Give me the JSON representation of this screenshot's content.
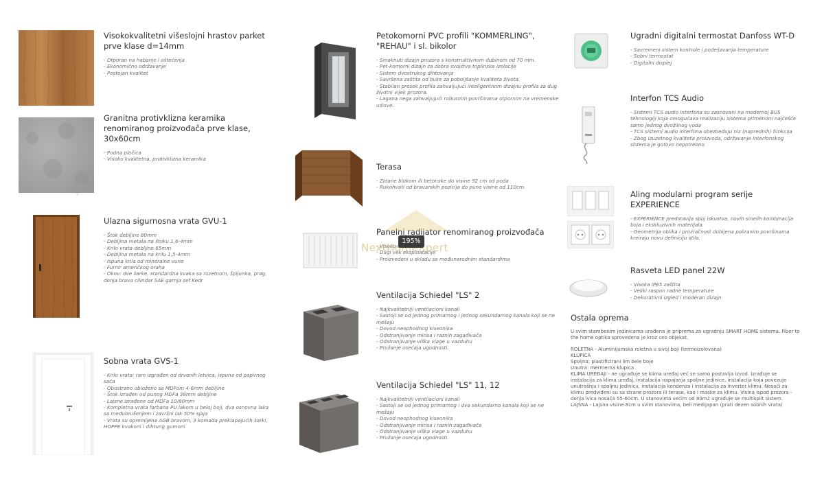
{
  "col1": [
    {
      "title": "Visokokvalitetni višeslojni hrastov parket prve klase d=14mm",
      "items": [
        "- Otporan na habanje i oštećenja",
        "- Ekonomično održavanje",
        "- Postojan kvalitet"
      ]
    },
    {
      "title": "Granitna protivklizna keramika renomiranog proizvođača prve klase, 30x60cm",
      "items": [
        "- Podna pločica",
        "- Visoko kvalitetna, protivklizna keramika"
      ]
    },
    {
      "title": "Ulazna sigurnosna vrata GVU-1",
      "items": [
        "- Štok debljine 80mm",
        "- Debljina metala na štoku 1,6-4mm",
        "- Krilo vrata debljine 65mm",
        "- Debljina metala na krilu 1,5-4mm",
        "- Ispuna krila od mineralne vune",
        "- Furnir američkog oraha",
        "- Okov: dve šarke, standardna kvaka sa rozetnom, špijunka, prag, donja brava cilindar SAE garnja sef Kedr"
      ]
    },
    {
      "title": "Sobna vrata GVS-1",
      "items": [
        "- Krilo vrata: ram izgrađen od drvenih letvica, ispuna od papirnog saća",
        "- Obostrano obloženo sa MDFom 4-6mm debljine",
        "- Štok izrađen od punog MDFa 38mm debljine",
        "- Lajsne izrađene od MDFa 10/80mm",
        "- Kompletna vrata farbana PU lakom u beloj boji, dva osnovna laka sa međubrušenjem i završni lak 50% sjaja",
        "- Vrata su opremljena AGB bravom, 3 komada preklapajućih šarki, HOPPE kvakom i dihtung gumom"
      ]
    }
  ],
  "col2": [
    {
      "title": "Petokomorni PVC profili \"KOMMERLING\", \"REHAU\" i sl. bikolor",
      "items": [
        "- Smaknuti dizajn prozora s konstruktivnom dubinom od 70 mm.",
        "- Pet-komorni dizajn za dobra svojstva toplinske izolacije",
        "- Sistem dvostrukog dihtovanja",
        "- Savršena zaštita od buke za poboljšanje kvaliteta života.",
        "- Stabilan presek profila zahvaljujući inteligentnom dizajnu profila za dug životni vijek prozora.",
        "- Lagana nega zahvaljujući robusnim površinama otpornim na vremenske uslove."
      ]
    },
    {
      "title": "Terasa",
      "items": [
        "- Zidane blokom ili betonske do visine 92 cm od poda",
        "- Rukohvati od bravarskih pozicija do pune visine od 110cm."
      ]
    },
    {
      "title": "Panelni radijator renomiranog proizvođača",
      "items": [
        "- Visoko efikasni",
        "- Dugi vek eksploatacije",
        "- Proizvedeni u skladu sa međunarodnim standardima"
      ]
    },
    {
      "title": "Ventilacija Schiedel \"LS\" 2",
      "items": [
        "- Najkvalitetniji ventilacioni kanali",
        "- Sastoji se od jednog primarnog i jednog sekundarnog kanala koji se ne mešaju",
        "- Dovod neophodnog kiseonika",
        "- Odstranjivanje mirisa i raznih zagađivača",
        "- Odstranjivanje viška vlage u vazduhu",
        "- Pružanje osećaja ugodnosti."
      ]
    },
    {
      "title": "Ventilacija Schiedel \"LS\" 11, 12",
      "items": [
        "- Najkvalitetniji ventilacioni kanali",
        "- Sastoji se od jednog primarnog i dva sekundarna kanala koji se ne mešaju",
        "- Dovod neophodnog kiseonika",
        "- Odstranjivanje mirisa i raznih zagađivača",
        "- Odstranjivanje viška vlage u vazduhu",
        "- Pružanje osećaja ugodnosti."
      ]
    }
  ],
  "col3": [
    {
      "title": "Ugradni digitalni termostat Danfoss WT-D",
      "items": [
        "- Savremeni sistem kontrole i podešavanja temperature",
        "- Sobni termostat",
        "- Digitalni displej"
      ]
    },
    {
      "title": "Interfon TCS Audio",
      "items": [
        "- Sistemi TCS audio interfona su zasnovani na modernoj BUS tehnologiji koja omogućava realizaciju sistema primenom najčešće samo jednog dvožilnog voda",
        "- TCS sistemi audio interfona obezbeđuju niz (naprednih) funkcija",
        "- Zbog izuzetnog kvaliteta proizvoda, održavanje interfonskog sistema je gotovo nepotrebno"
      ]
    },
    {
      "title": "Aling modularni program serije EXPERIENCE",
      "items": [
        "- EXPERIENCE predstavlja spoj iskustva, novih smelih kombinacija boja i ekskluzivnih materijala.",
        "- Geometrija oblika i prozračnost dobijena poliranim površinama kreiraju novu definiciju stila."
      ]
    },
    {
      "title": "Rasveta LED panel 22W",
      "items": [
        "- Visoka IP65 zaštita",
        "- Veliki raspon radne temperature",
        "- Dekorativni izgled i moderan dizajn"
      ]
    }
  ],
  "ostala": {
    "title": "Ostala oprema",
    "intro": "U svim stambenim jedinicama urađena je priprema za ugradnju SMART HOME sistema. Fiber to the home optika sprovedena je kroz ceo objekat.",
    "lines": [
      "ROLETNA - Aluminijumska roletna u sivoj boji (termoizolovana)",
      "KLUPICA",
      "Spoljna: plastificirani lim bele boje",
      "Unutra: mermerna klupica",
      "KLIMA UREĐAJI - ne ugrađuje se klima uređaj već se samo postavlja izvod. Izrađuje se instalacija za klima uređaj, instalacija napajanja spoljne jedinice, instalacija koja povezuje unutrašnju i spoljnu jedinicu, instalacija kondenza i instalacija za inverter klimu. Nosači za klimu predviđeni su sa strane prozora ili terase, kao i maske za klimu. Visina ispod prozora - donja ivica nosača 55-60cm. U stanovima većim od 80m2 ugrađuje se multisplit sistem.",
      "LAJSNA - Lajsna visine 8cm u svim stanovima, beli medijapan (prati dezen sobnih vrata)"
    ]
  },
  "overlay": {
    "zoom": "195%",
    "watermark": "NextHomeXpert",
    "watermark_left": "4"
  },
  "colors": {
    "oak": "#b07a45",
    "tile": "#a9a9a7",
    "walnut": "#9a5e2c",
    "pvc": "#4a4a4a",
    "terrace": "#7a4a26",
    "chimney": "#6f6c68",
    "thermostat_display": "#4fbf8a"
  }
}
